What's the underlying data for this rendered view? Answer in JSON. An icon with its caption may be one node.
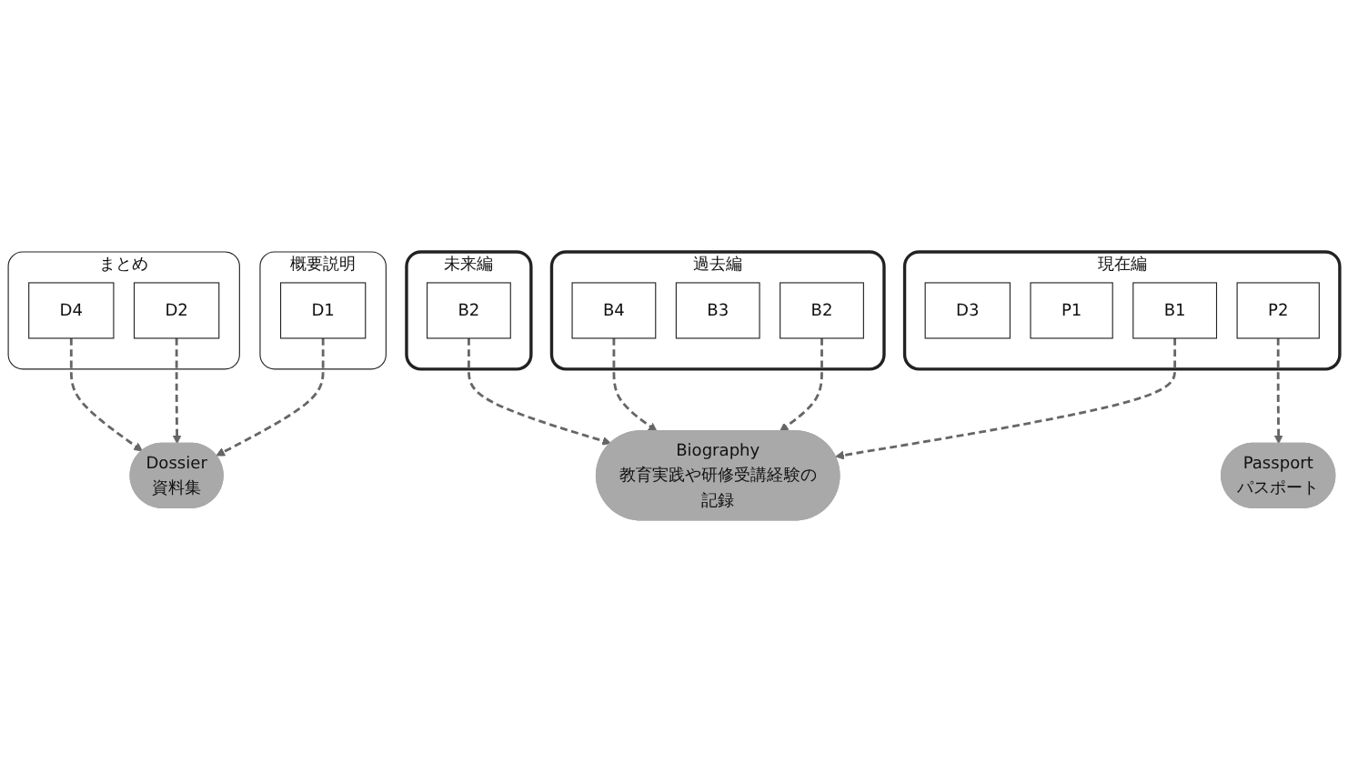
{
  "diagram": {
    "nodes": [
      {
        "text": [
          "概要説明"
        ]
      },
      {
        "text": [
          "D1"
        ],
        "in": 0
      },
      {
        "text": [
          "現在編"
        ]
      },
      {
        "text": [
          "D3"
        ],
        "in": 2
      },
      {
        "text": [
          "P1"
        ],
        "in": 2
      },
      {
        "text": [
          "B1"
        ],
        "in": 2
      },
      {
        "text": [
          "P2"
        ],
        "in": 2
      },
      {
        "text": [
          "過去編"
        ]
      },
      {
        "text": [
          "B2"
        ],
        "in": 7
      },
      {
        "text": [
          "B3"
        ],
        "in": 7
      },
      {
        "text": [
          "B4"
        ],
        "in": 7
      },
      {
        "text": [
          "未来編"
        ]
      },
      {
        "text": [
          "B2"
        ],
        "in": 11
      },
      {
        "text": [
          "まとめ"
        ]
      },
      {
        "text": [
          "D2"
        ],
        "in": 13
      },
      {
        "text": [
          "D4"
        ],
        "in": 13
      },
      {
        "text": [
          "Passport",
          "パスポート"
        ]
      },
      {
        "text": [
          "Biography",
          "教育実践や研修受講経験の記録"
        ]
      },
      {
        "text": [
          "Dossier",
          "資料集"
        ]
      }
    ],
    "edges": [
      {
        "from": 1,
        "to": 18,
        "arrow": "to",
        "style": "dashed"
      },
      {
        "from": 5,
        "to": 17,
        "arrow": "to",
        "style": "dashed"
      },
      {
        "from": 6,
        "to": 16,
        "arrow": "to",
        "style": "dashed"
      },
      {
        "from": 8,
        "to": 17,
        "arrow": "to",
        "style": "dashed"
      },
      {
        "from": 10,
        "to": 17,
        "arrow": "to",
        "style": "dashed"
      },
      {
        "from": 12,
        "to": 17,
        "arrow": "to",
        "style": "dashed"
      },
      {
        "from": 14,
        "to": 18,
        "arrow": "to",
        "style": "dashed"
      },
      {
        "from": 15,
        "to": 18,
        "arrow": "to",
        "style": "dashed"
      }
    ]
  }
}
